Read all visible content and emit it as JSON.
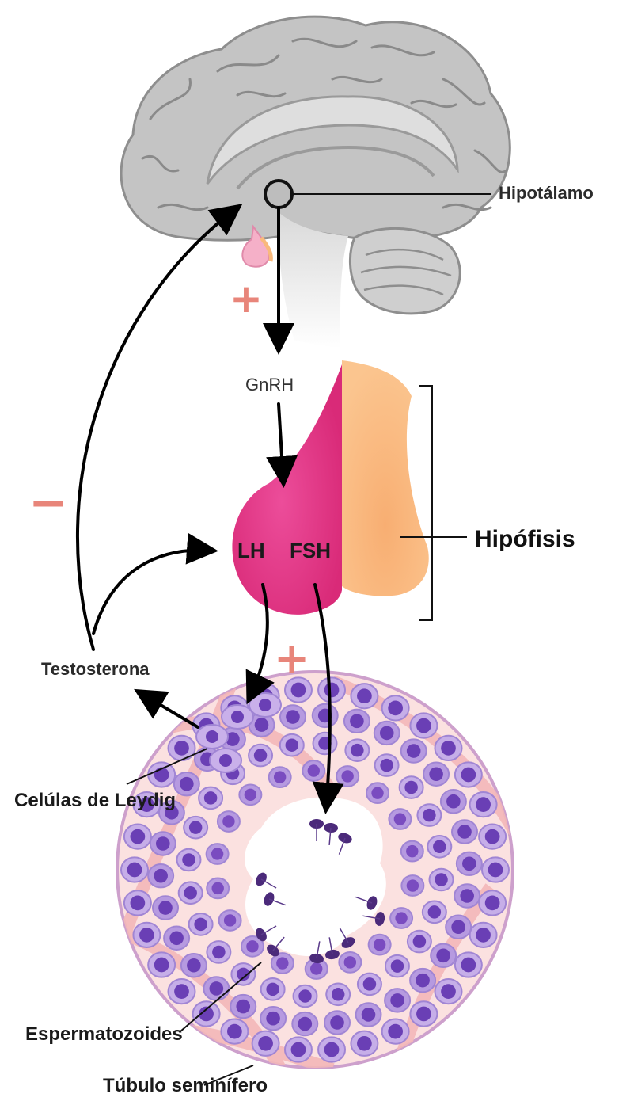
{
  "labels": {
    "hypothalamus": "Hipotálamo",
    "gnrh": "GnRH",
    "pituitary": "Hipófisis",
    "lh": "LH",
    "fsh": "FSH",
    "testosterone": "Testosterona",
    "leydig": "Celúlas de Leydig",
    "sperm": "Espermatozoides",
    "tubule": "Túbulo seminífero"
  },
  "signs": {
    "plus_top": "+",
    "minus_left": "−",
    "plus_bottom": "+"
  },
  "colors": {
    "sign": "#e8857a",
    "arrow": "#000000",
    "anterior_pituitary": "#e83e8c",
    "posterior_pituitary": "#f9b97c",
    "brain": "#bdbdbd",
    "tubule_wall": "#f2c6c6",
    "cell": "#a98ad8",
    "nucleus": "#6a3fb5"
  }
}
